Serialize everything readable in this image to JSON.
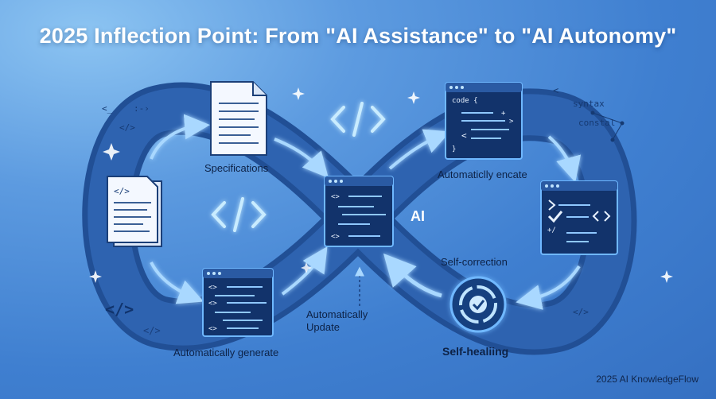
{
  "title": "2025 Inflection Point: From \"AI Assistance\" to \"AI Autonomy\"",
  "labels": {
    "specifications": "Specifications",
    "auto_generate": "Automatically generate",
    "auto_update_line1": "Automatically",
    "auto_update_line2": "Update",
    "ai": "AI",
    "auto_create": "Automaticlly encate",
    "self_correction": "Self-correction",
    "self_healing": "Self-healiing"
  },
  "code_snippets": {
    "code_open": "code {",
    "code_close": "}",
    "plus_slash": "+/",
    "syntax": "syntax",
    "constal": "constal"
  },
  "footer": "2025 AI KnowledgeFlow",
  "colors": {
    "loop_band": "#2c5ea8",
    "loop_band_dark": "#214f95",
    "window": "#12336b",
    "window_header": "#2a5aa3",
    "accent_glow": "#bfe4ff",
    "arrow": "#9fd3ff"
  },
  "icons": [
    "document-icon",
    "code-icon",
    "code-window-icon",
    "refresh-check-icon",
    "sparkle-icon"
  ]
}
